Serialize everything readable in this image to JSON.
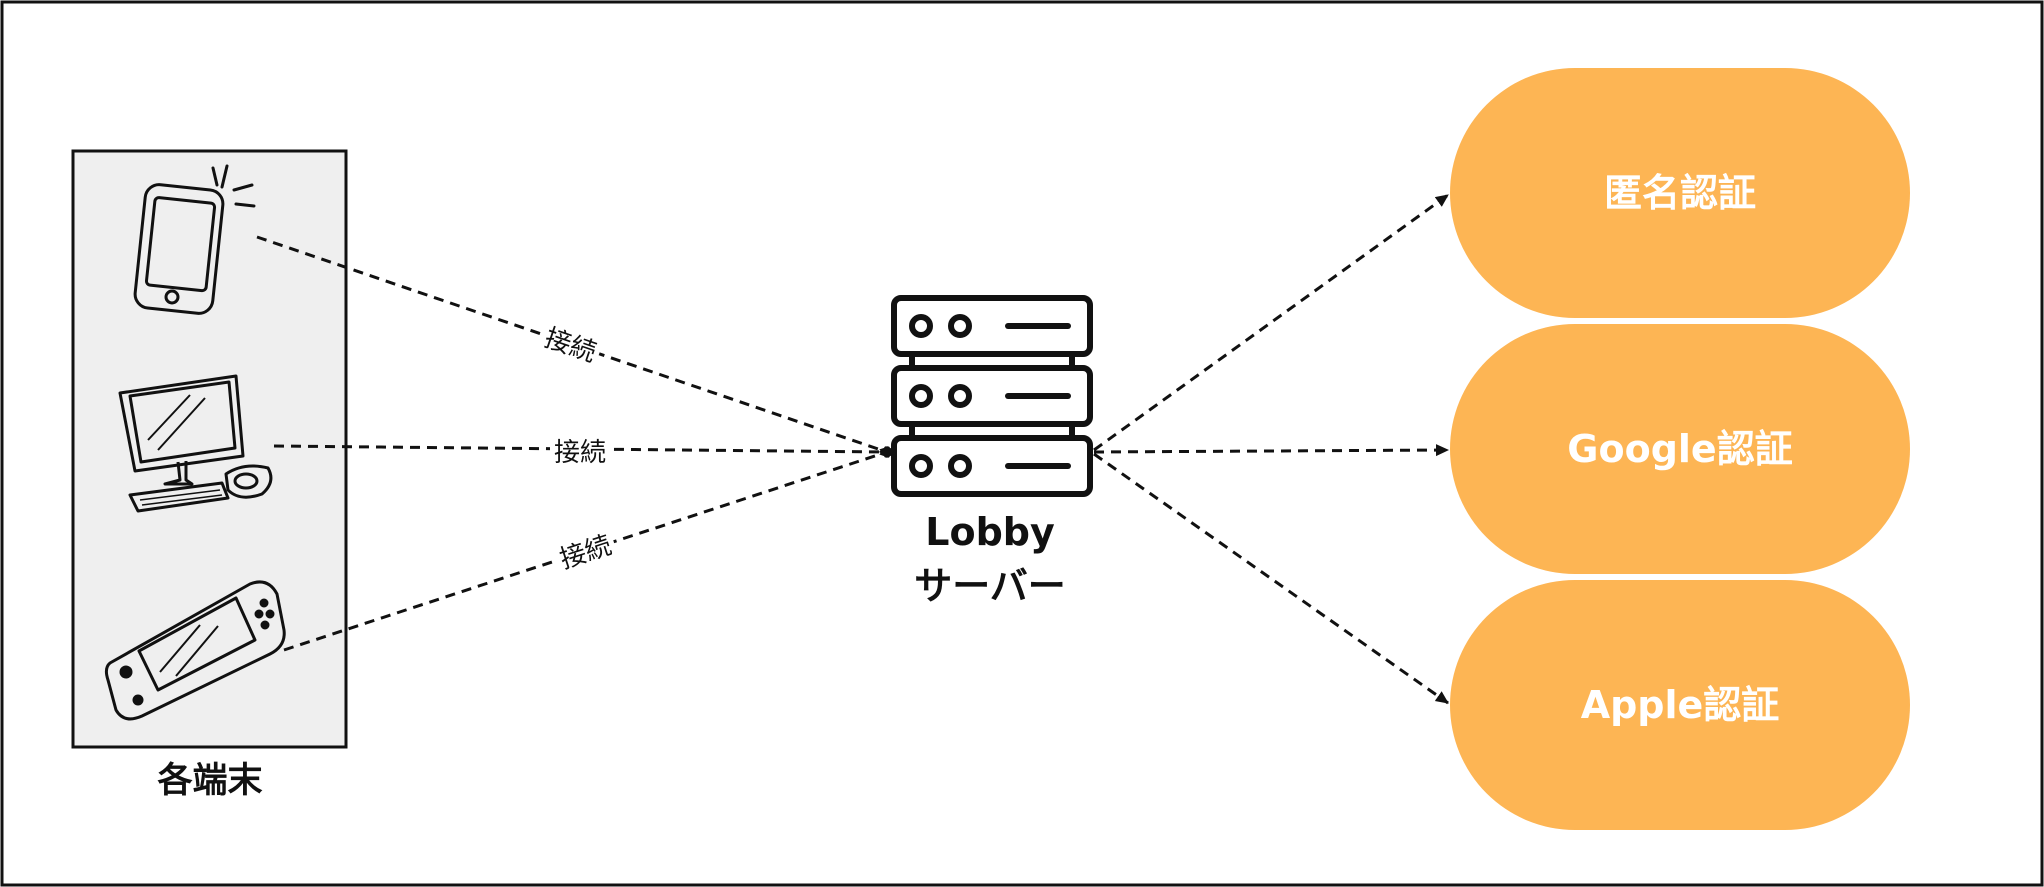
{
  "devices": {
    "group_label": "各端末",
    "items": [
      {
        "icon": "smartphone-icon"
      },
      {
        "icon": "desktop-computer-icon"
      },
      {
        "icon": "game-console-icon"
      }
    ]
  },
  "connections": [
    {
      "label": "接続"
    },
    {
      "label": "接続"
    },
    {
      "label": "接続"
    }
  ],
  "server": {
    "icon": "server-rack-icon",
    "line1": "Lobby",
    "line2": "サーバー"
  },
  "auth_methods": [
    {
      "label": "匿名認証"
    },
    {
      "label": "Google認証"
    },
    {
      "label": "Apple認証"
    }
  ],
  "colors": {
    "auth_fill": "#fdb554",
    "device_panel_fill": "#efefef",
    "line": "#111111"
  }
}
